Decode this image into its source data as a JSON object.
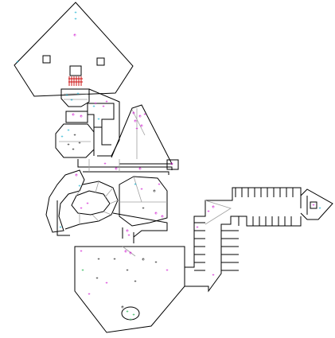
{
  "colors": {
    "background": "#ffffff",
    "wall": "#000000",
    "step_line": "#a0a0a0",
    "player_cross": "#000000",
    "enemy_marker": "#cc00cc",
    "item_marker": "#00aacc",
    "key_marker": "#00aa33",
    "hazard": "#cc1111"
  },
  "legend_icons": {
    "player": "plus-cross",
    "enemy": "magenta-plus",
    "item": "cyan-plus",
    "key": "green-plus"
  }
}
